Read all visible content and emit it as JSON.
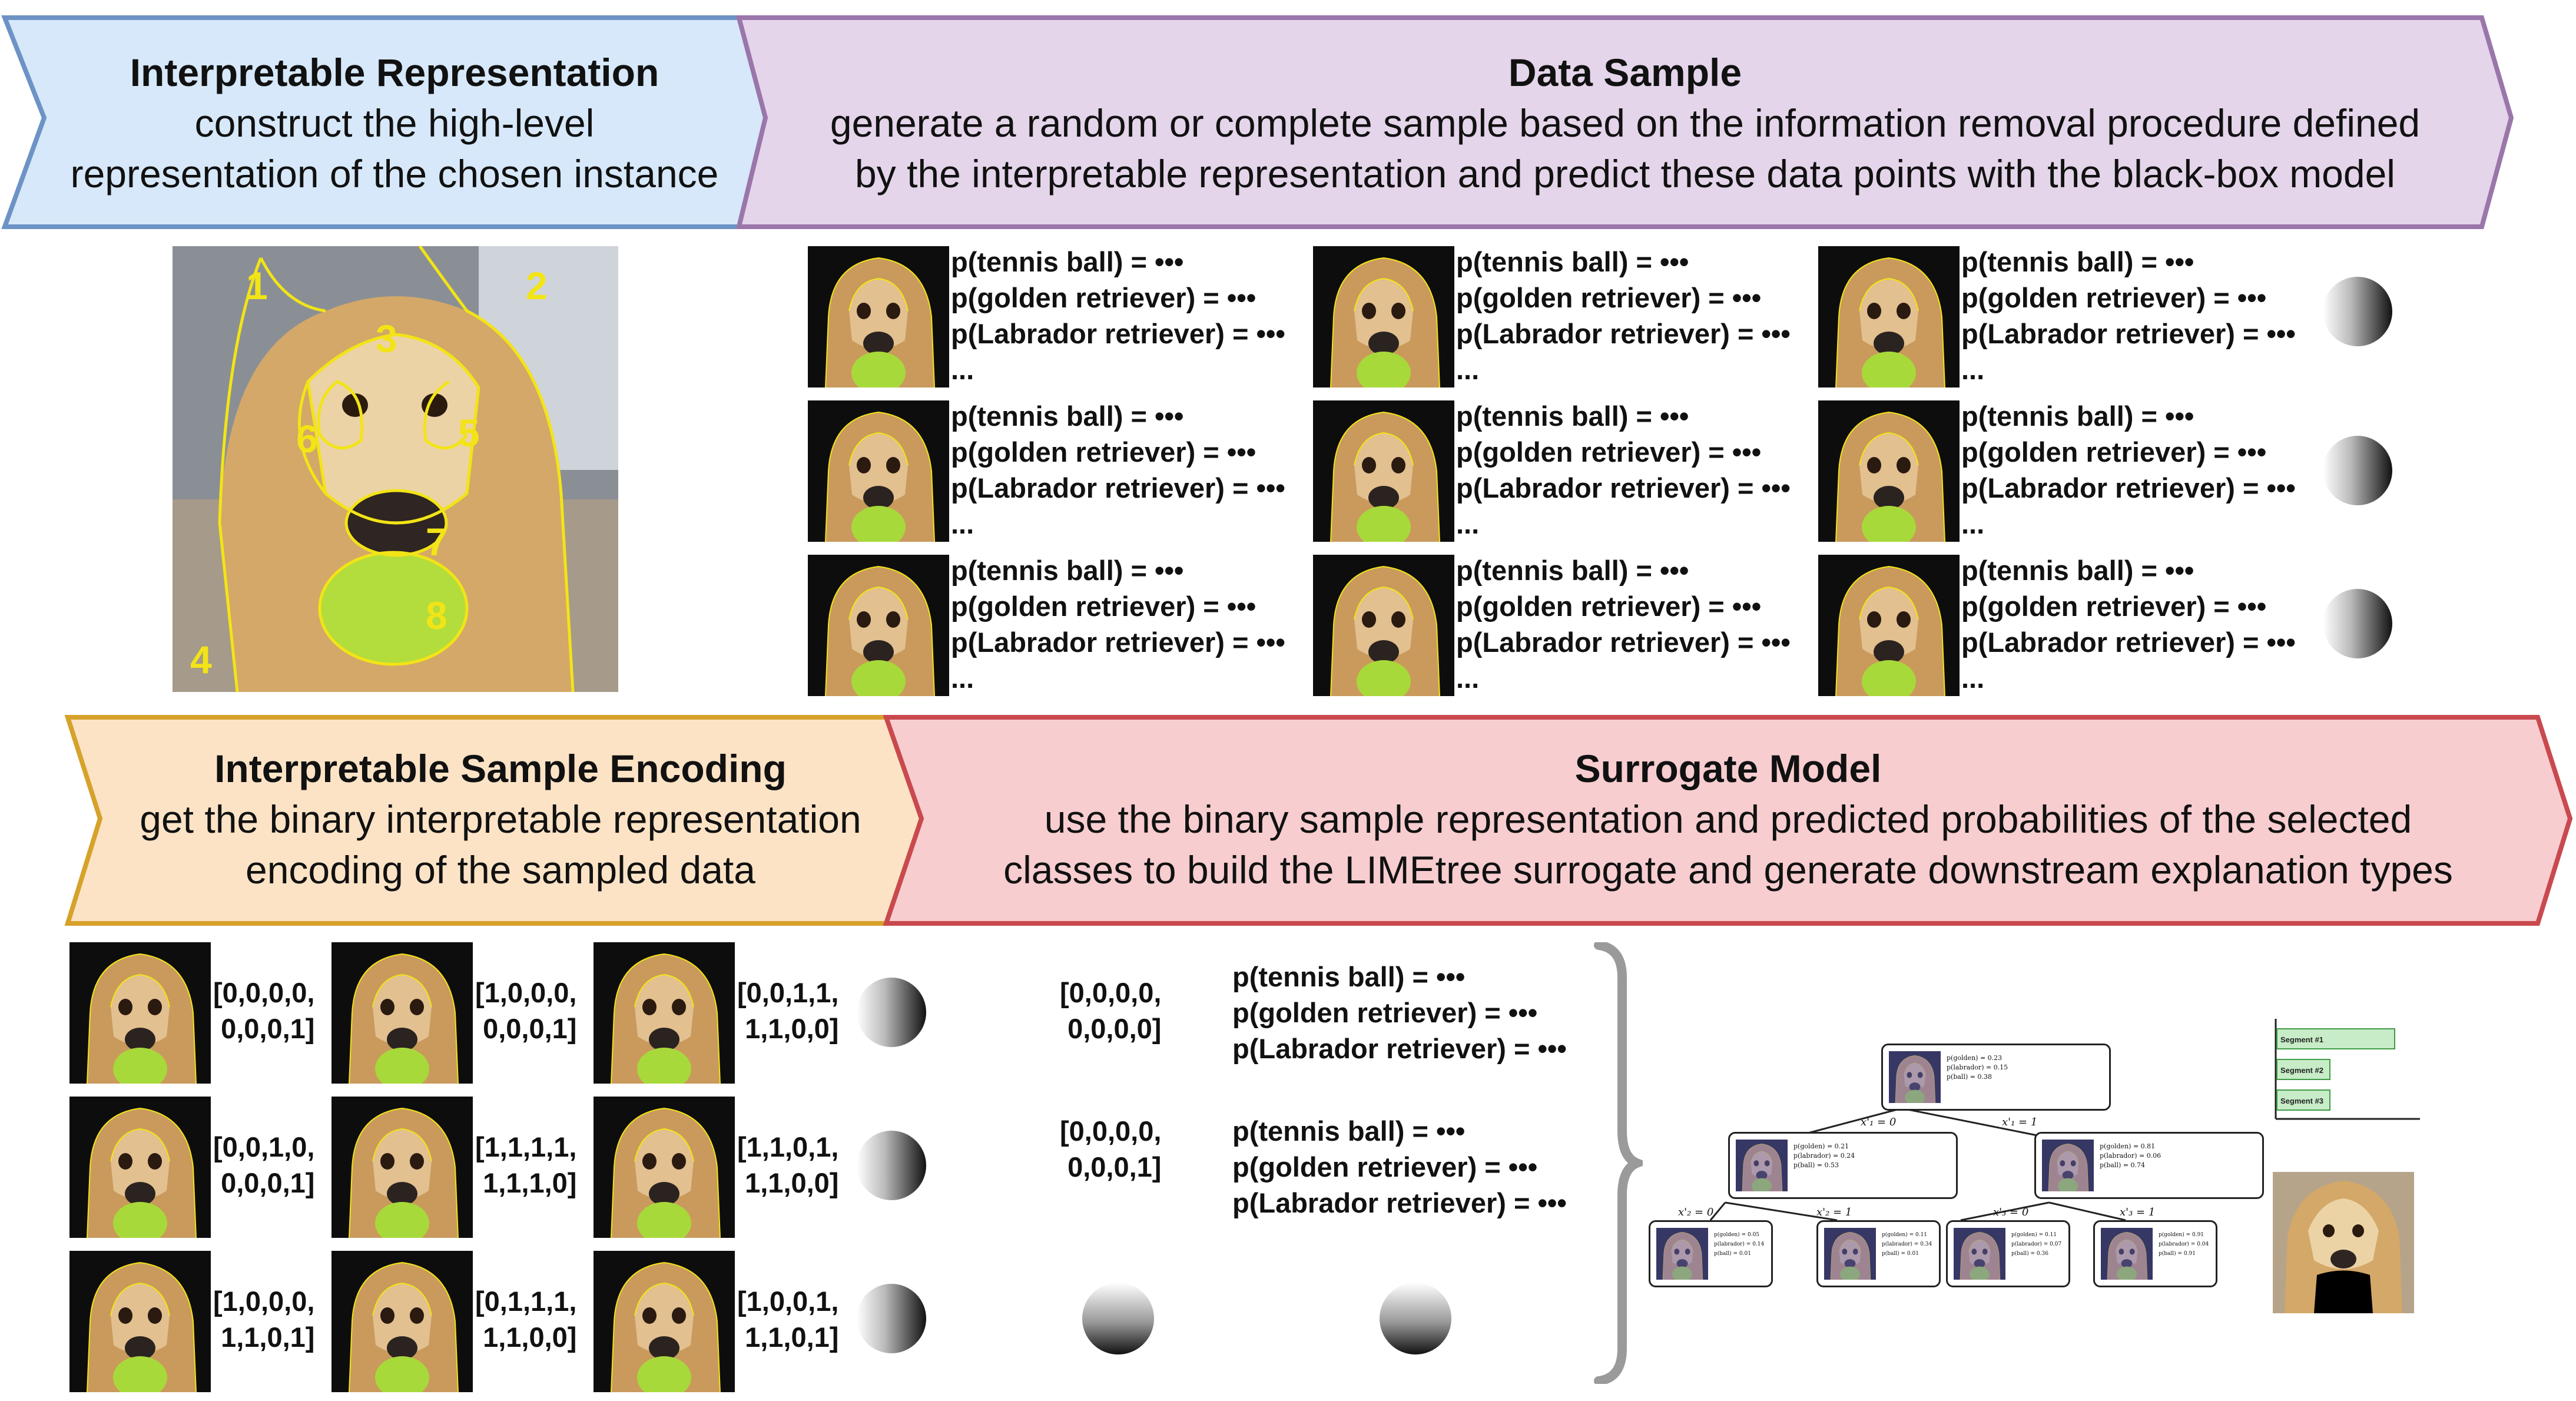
{
  "stages": {
    "interpretable": {
      "title": "Interpretable Representation",
      "desc1": "construct the high-level",
      "desc2": "representation of the chosen instance",
      "fill": "#d6e8f9",
      "stroke": "#6d93c6"
    },
    "sample": {
      "title": "Data Sample",
      "desc1": "generate a random or complete sample based on the information removal procedure defined",
      "desc2": "by the interpretable representation and predict these data points with the black-box model",
      "fill": "#e4d5ea",
      "stroke": "#9a76aa"
    },
    "encoding": {
      "title": "Interpretable Sample Encoding",
      "desc1": "get the binary interpretable representation",
      "desc2": "encoding of the sampled data",
      "fill": "#fde3c6",
      "stroke": "#d6a22a"
    },
    "surrogate": {
      "title": "Surrogate Model",
      "desc1": "use the binary sample representation and predicted probabilities of the selected",
      "desc2": "classes to build the LIMEtree surrogate and generate downstream explanation types",
      "fill": "#f7cdd0",
      "stroke": "#c9494f"
    }
  },
  "segment_labels": [
    "1",
    "2",
    "3",
    "4",
    "5",
    "6",
    "7",
    "8"
  ],
  "segment_color": "#f2e416",
  "prob_lines": [
    "p(tennis ball) = •••",
    "p(golden retriever) = •••",
    "p(Labrador retriever) = •••",
    "..."
  ],
  "prob_lines_short": [
    "p(tennis ball) = •••",
    "p(golden retriever) = •••",
    "p(Labrador retriever) = •••"
  ],
  "encoding_vectors": [
    [
      "[0,0,0,0,",
      "0,0,0,1]"
    ],
    [
      "[1,0,0,0,",
      "0,0,0,1]"
    ],
    [
      "[0,0,1,1,",
      "1,1,0,0]"
    ],
    [
      "[0,0,1,0,",
      "0,0,0,1]"
    ],
    [
      "[1,1,1,1,",
      "1,1,1,0]"
    ],
    [
      "[1,1,0,1,",
      "1,1,0,0]"
    ],
    [
      "[1,0,0,0,",
      "1,1,0,1]"
    ],
    [
      "[0,1,1,1,",
      "1,1,0,0]"
    ],
    [
      "[1,0,0,1,",
      "1,1,0,1]"
    ]
  ],
  "surrogate_vectors": [
    [
      "[0,0,0,0,",
      "0,0,0,0]"
    ],
    [
      "[0,0,0,0,",
      "0,0,0,1]"
    ]
  ],
  "tree": {
    "root": "p(golden) = 0.23\np(labrador) = 0.15\np(ball) = 0.38",
    "mid_left": "p(golden) = 0.21\np(labrador) = 0.24\np(ball) = 0.53",
    "mid_right": "p(golden) = 0.81\np(labrador) = 0.06\np(ball) = 0.74",
    "leaf1": "p(golden) = 0.05\np(labrador) = 0.14\np(ball) = 0.01",
    "leaf2": "p(golden) = 0.11\np(labrador) = 0.34\np(ball) = 0.01",
    "leaf3": "p(golden) = 0.11\np(labrador) = 0.07\np(ball) = 0.36",
    "leaf4": "p(golden) = 0.91\np(labrador) = 0.04\np(ball) = 0.91",
    "edges": [
      "x'₁ = 0",
      "x'₁ = 1",
      "x'₂ = 0",
      "x'₂ = 1",
      "x'₃ = 0",
      "x'₃ = 1"
    ]
  },
  "bar_chart": {
    "segments": [
      "Segment #1",
      "Segment #2",
      "Segment #3"
    ],
    "values": [
      1.0,
      0.45,
      0.45
    ],
    "bar_color": "#c7ecc7",
    "bar_stroke": "#3f9c44"
  }
}
